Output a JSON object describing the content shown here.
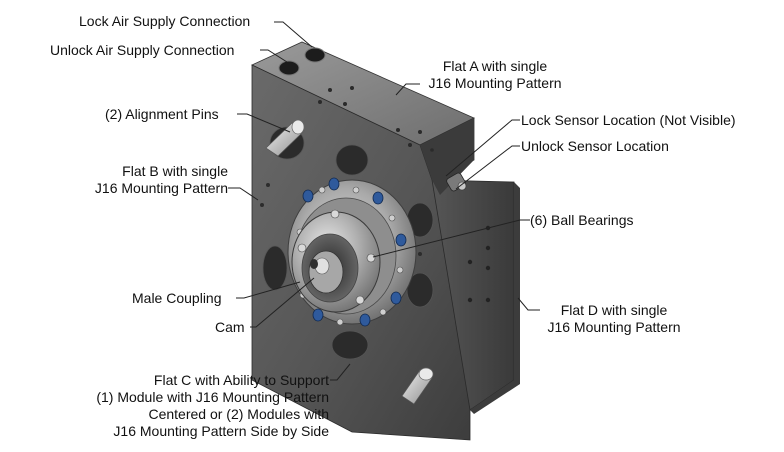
{
  "callouts": {
    "lock_air": "Lock Air Supply Connection",
    "unlock_air": "Unlock Air Supply Connection",
    "flat_a_1": "Flat A with single",
    "flat_a_2": "J16 Mounting Pattern",
    "alignment_pins": "(2) Alignment Pins",
    "lock_sensor": "Lock Sensor Location (Not Visible)",
    "unlock_sensor": "Unlock Sensor Location",
    "flat_b_1": "Flat B with single",
    "flat_b_2": "J16 Mounting Pattern",
    "ball_bearings": "(6) Ball Bearings",
    "male_coupling": "Male Coupling",
    "flat_d_1": "Flat D with single",
    "flat_d_2": "J16 Mounting Pattern",
    "cam": "Cam",
    "flat_c_1": "Flat C with Ability to Support",
    "flat_c_2": "(1) Module with J16 Mounting Pattern",
    "flat_c_3": "Centered or (2) Modules with",
    "flat_c_4": "J16 Mounting Pattern Side by Side"
  },
  "colors": {
    "body_front": "#5c5c5c",
    "body_top": "#8a8a8a",
    "body_side": "#474747",
    "steel": "#b9b9b9",
    "blue_insert": "#2f5a9c",
    "leader": "#222222"
  }
}
